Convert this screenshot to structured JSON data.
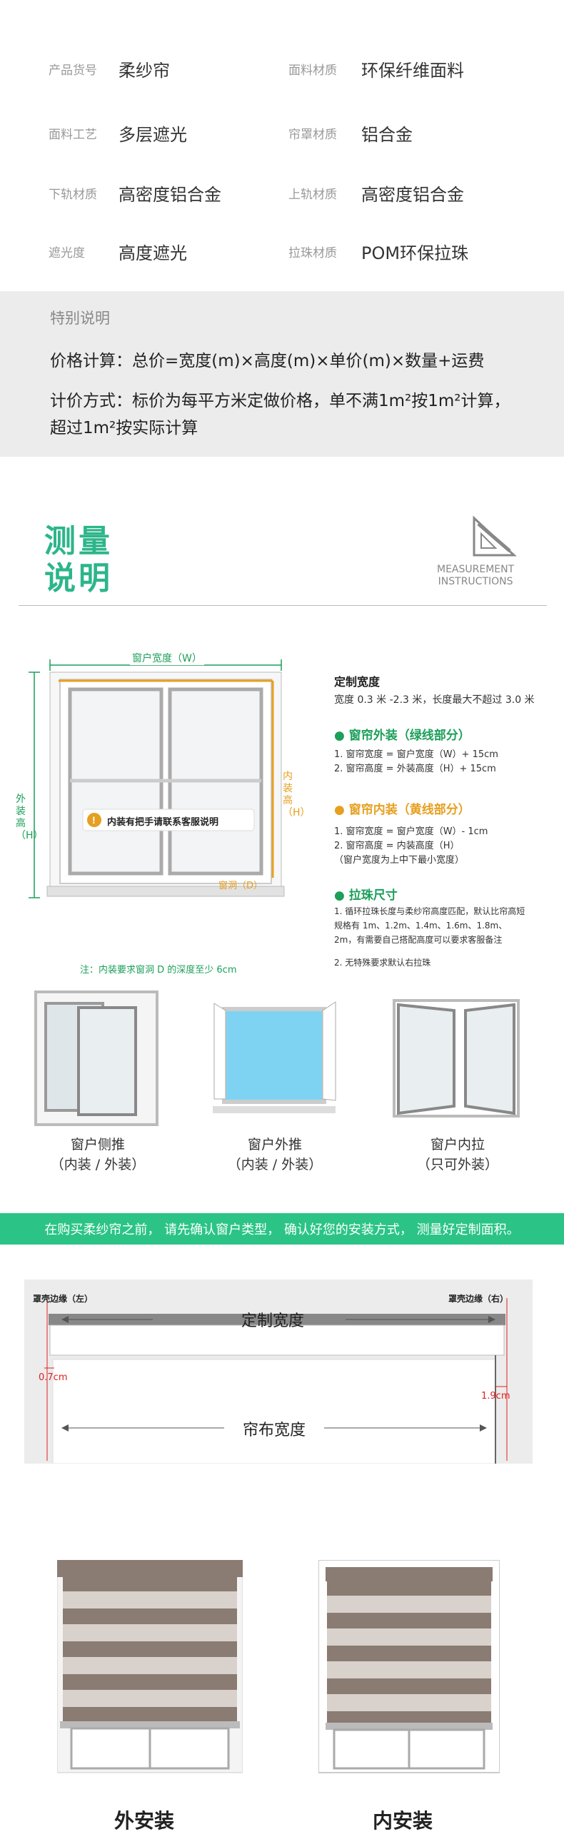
{
  "specs": [
    {
      "k1": "产品货号",
      "v1": "柔纱帘",
      "k2": "面料材质",
      "v2": "环保纤维面料"
    },
    {
      "k1": "面料工艺",
      "v1": "多层遮光",
      "k2": "帘罩材质",
      "v2": "铝合金"
    },
    {
      "k1": "下轨材质",
      "v1": "高密度铝合金",
      "k2": "上轨材质",
      "v2": "高密度铝合金"
    },
    {
      "k1": "遮光度",
      "v1": "高度遮光",
      "k2": "拉珠材质",
      "v2": "POM环保拉珠"
    }
  ],
  "notice": {
    "title": "特别说明",
    "line1": "价格计算：总价=宽度(m)×高度(m)×单价(m)×数量+运费",
    "line2": "计价方式：标价为每平方米定做价格，单不满1m²按1m²计算，",
    "line3": "超过1m²按实际计算"
  },
  "measure": {
    "title1": "测量",
    "title2": "说明",
    "en1": "MEASUREMENT",
    "en2": "INSTRUCTIONS"
  },
  "diagram": {
    "width_label": "窗户宽度（W）",
    "outer_height": "外装高（H）",
    "inner_height": "内装高（H）",
    "recess": "窗洞（D）",
    "bubble": "内装有把手请联系客服说明",
    "note": "注：内装要求窗洞 D 的深度至少 6cm"
  },
  "right_info": {
    "custom_title": "定制宽度",
    "custom_line": "宽度 0.3 米 -2.3 米，长度最大不超过 3.0 米",
    "outer_title": "● 窗帘外装（绿线部分）",
    "outer_1": "1. 窗帘宽度 = 窗户宽度（W）+ 15cm",
    "outer_2": "2. 窗帘高度 = 外装高度（H）+ 15cm",
    "inner_title": "● 窗帘内装（黄线部分）",
    "inner_1": "1. 窗帘宽度 = 窗户宽度（W）- 1cm",
    "inner_2": "2. 窗帘高度 = 内装高度（H）",
    "inner_3": "（窗户宽度为上中下最小宽度）",
    "bead_title": "● 拉珠尺寸",
    "bead_1": "1. 循环拉珠长度与柔纱帘高度匹配，默认比帘高短",
    "bead_2": "规格有 1m、1.2m、1.4m、1.6m、1.8m、",
    "bead_3": "2m，有需要自己搭配高度可以要求客服备注",
    "bead_4": "2. 无特殊要求默认右拉珠"
  },
  "window_types": [
    {
      "name": "窗户侧推",
      "sub": "（内装 / 外装）"
    },
    {
      "name": "窗户外推",
      "sub": "（内装 / 外装）"
    },
    {
      "name": "窗户内拉",
      "sub": "（只可外装）"
    }
  ],
  "banner": "在购买柔纱帘之前，  请先确认窗户类型，  确认好您的安装方式，  测量好定制面积。",
  "roller": {
    "left_edge": "罩壳边缘（左）",
    "right_edge": "罩壳边缘（右）",
    "custom_width": "定制宽度",
    "fabric_width": "帘布宽度",
    "left_gap": "0.7cm",
    "right_gap": "1.9cm"
  },
  "captions": {
    "outer": "外安装",
    "inner": "内安装"
  },
  "colors": {
    "green": "#2db58a",
    "orange": "#e6a020",
    "red": "#e02020",
    "fabric": "#8a7b73"
  }
}
